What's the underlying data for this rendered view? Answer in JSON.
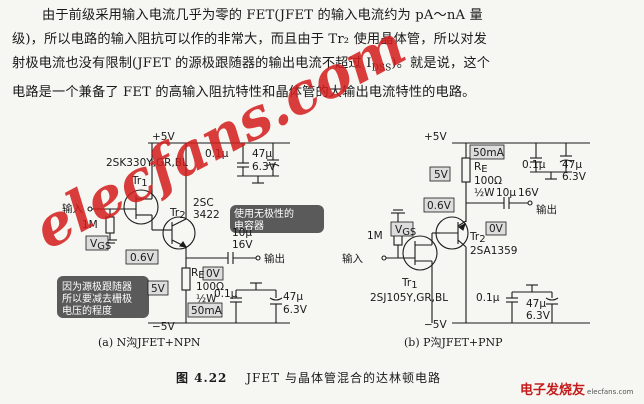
{
  "paragraph": {
    "line1": "由于前级采用输入电流几乎为零的 FET(JFET 的输入电流约为 pA～nA 量",
    "line2": "级)，所以电路的输入阻抗可以作的非常大，而且由于 Tr₂ 使用晶体管，所以对发",
    "line3": "射极电流也没有限制(JFET 的源极跟随器的输出电流不超过 I",
    "line3_sub": "DSS",
    "line3_end": ")。就是说，这个",
    "line4": "电路是一个兼备了 FET 的高输入阻抗特性和晶体管的大输出电流特性的电路。"
  },
  "watermark": "elecfans.com",
  "circuit_a": {
    "vplus": "+5V",
    "vminus": "−5V",
    "tr1_part": "2SK330Y,GR,BL",
    "tr1": "Tr",
    "tr1_sub": "1",
    "tr2": "Tr",
    "tr2_sub": "2",
    "tr2_part1": "2SC",
    "tr2_part2": "3422",
    "input": "输入",
    "res_in": "1M",
    "vgs": "V",
    "vgs_sub": "GS",
    "vbe": "0.6V",
    "cap_top": "0.1μ",
    "cap_elec_top1": "47μ",
    "cap_elec_top2": "6.3V",
    "coup1": "10μ",
    "coup2": "16V",
    "output": "输出",
    "re": "R",
    "re_sub": "E",
    "re_volt": "0V",
    "re_val": "100Ω",
    "re_watt": "½W",
    "vmid": "5V",
    "current": "50mA",
    "cap_bot": "0.1μ",
    "cap_elec_bot1": "47μ",
    "cap_elec_bot2": "6.3V",
    "note_coupling1": "使用无极性的",
    "note_coupling2": "电容器",
    "note_vgs1": "因为源极跟随器",
    "note_vgs2": "所以要减去栅极",
    "note_vgs3": "电压的程度"
  },
  "circuit_b": {
    "vplus": "+5V",
    "vminus": "−5V",
    "current": "50mA",
    "re": "R",
    "re_sub": "E",
    "re_val": "100Ω",
    "re_watt": "½W",
    "vmid": "5V",
    "vbe": "0.6V",
    "cap_top": "0.1μ",
    "cap_elec_top1": "47μ",
    "cap_elec_top2": "6.3V",
    "coup1": "10μ",
    "coup2": "16V",
    "output": "输出",
    "out_volt": "0V",
    "res_in": "1M",
    "vgs": "V",
    "vgs_sub": "GS",
    "input": "输入",
    "tr2": "Tr",
    "tr2_sub": "2",
    "tr2_part": "2SA1359",
    "tr1": "Tr",
    "tr1_sub": "1",
    "tr1_part": "2SJ105Y,GR,BL",
    "cap_bot": "0.1μ",
    "cap_elec_bot1": "47μ",
    "cap_elec_bot2": "6.3V"
  },
  "sublabel_a": "(a) N沟JFET+NPN",
  "sublabel_b": "(b) P沟JFET+PNP",
  "caption": {
    "number": "图 4.22",
    "title": "JFET 与晶体管混合的达林顿电路"
  },
  "brand": {
    "text": "电子发烧友",
    "url": "elecfans.com"
  }
}
